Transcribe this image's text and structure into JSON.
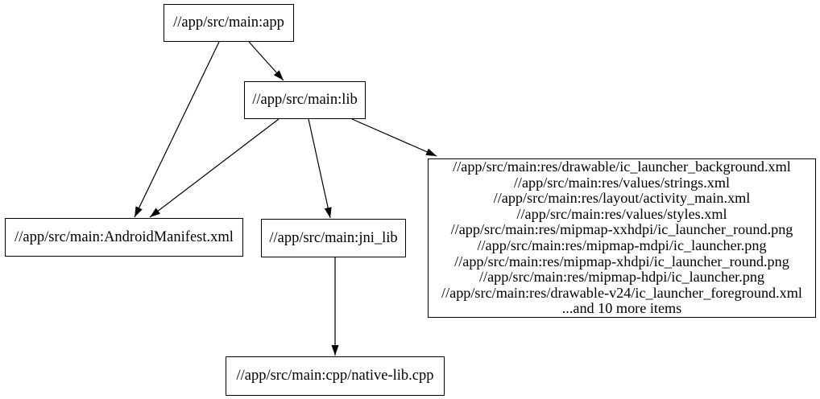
{
  "diagram": {
    "type": "dependency-graph",
    "background_color": "#ffffff",
    "node_fill_color": "#ffffff",
    "node_border_color": "#000000",
    "text_color": "#000000",
    "edge_color": "#000000",
    "nodes": {
      "app": {
        "label": "//app/src/main:app"
      },
      "lib": {
        "label": "//app/src/main:lib"
      },
      "manifest": {
        "label": "//app/src/main:AndroidManifest.xml"
      },
      "jni_lib": {
        "label": "//app/src/main:jni_lib"
      },
      "res": {
        "lines": [
          "//app/src/main:res/drawable/ic_launcher_background.xml",
          "//app/src/main:res/values/strings.xml",
          "//app/src/main:res/layout/activity_main.xml",
          "//app/src/main:res/values/styles.xml",
          "//app/src/main:res/mipmap-xxhdpi/ic_launcher_round.png",
          "//app/src/main:res/mipmap-mdpi/ic_launcher.png",
          "//app/src/main:res/mipmap-xhdpi/ic_launcher_round.png",
          "//app/src/main:res/mipmap-hdpi/ic_launcher.png",
          "//app/src/main:res/drawable-v24/ic_launcher_foreground.xml",
          "...and 10 more items"
        ]
      },
      "cpp": {
        "label": "//app/src/main:cpp/native-lib.cpp"
      }
    },
    "edges": [
      {
        "from": "//app/src/main:app",
        "to": "//app/src/main:lib"
      },
      {
        "from": "//app/src/main:app",
        "to": "//app/src/main:AndroidManifest.xml"
      },
      {
        "from": "//app/src/main:lib",
        "to": "//app/src/main:AndroidManifest.xml"
      },
      {
        "from": "//app/src/main:lib",
        "to": "//app/src/main:jni_lib"
      },
      {
        "from": "//app/src/main:lib",
        "to": "res-file-group"
      },
      {
        "from": "//app/src/main:jni_lib",
        "to": "//app/src/main:cpp/native-lib.cpp"
      }
    ]
  }
}
